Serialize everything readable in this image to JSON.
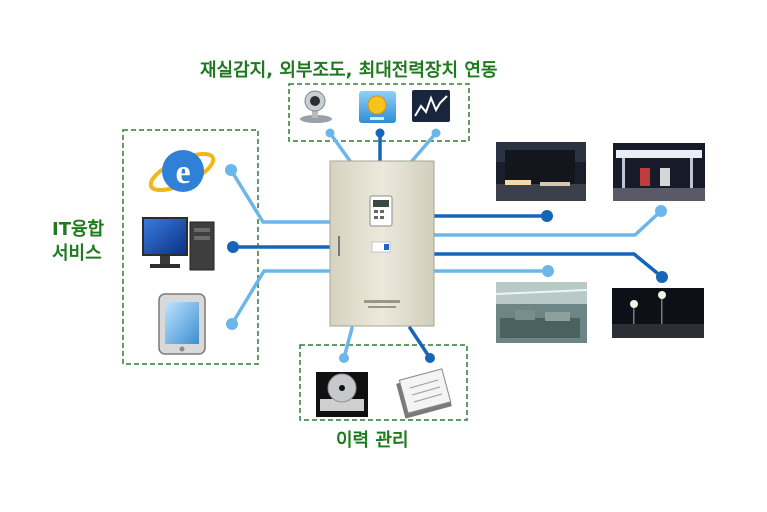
{
  "labels": {
    "top": "재실감지, 외부조도, 최대전력장치 연동",
    "left_line1": "IT융합",
    "left_line2": "서비스",
    "bottom": "이력 관리"
  },
  "colors": {
    "label_green": "#1f7a1f",
    "box_border": "#2e7d32",
    "line_light": "#6bb6ea",
    "line_dark": "#1665b8",
    "panel": "#e2dfcf"
  },
  "icons": {
    "top": [
      "webcam-icon",
      "weather-sun-icon",
      "stock-chart-icon"
    ],
    "left": [
      "internet-explorer-icon",
      "desktop-computer-icon",
      "smartphone-icon"
    ],
    "bottom": [
      "disc-drive-icon",
      "document-clipboard-icon"
    ],
    "right": [
      "photo-building-night",
      "photo-gas-station",
      "photo-factory-interior",
      "photo-street-lights"
    ]
  }
}
